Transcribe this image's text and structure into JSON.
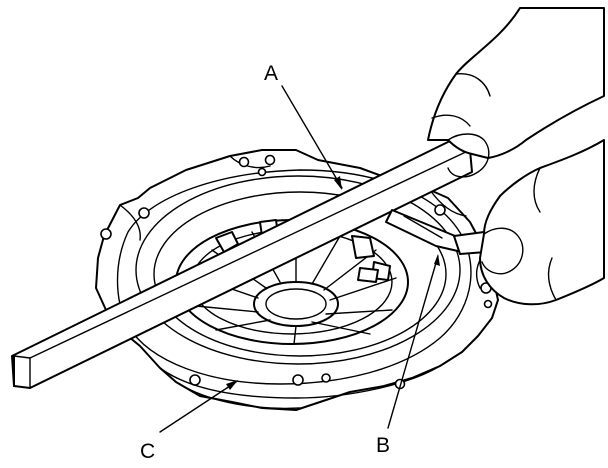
{
  "labels": {
    "a": "A",
    "b": "B",
    "c": "C"
  },
  "colors": {
    "line": "#000000",
    "background": "#ffffff"
  }
}
